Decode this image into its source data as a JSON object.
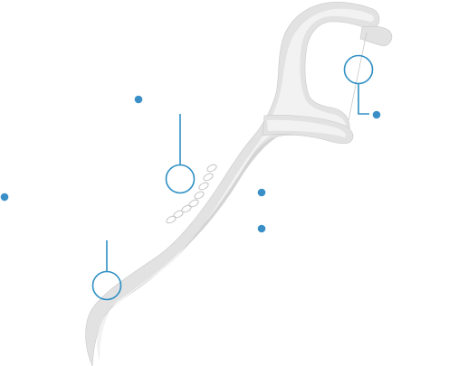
{
  "diagram": {
    "subject": "floss-pick-icon",
    "colors": {
      "background": "#ffffff",
      "pick_light": "#f2f2f2",
      "pick_mid": "#e2e2e2",
      "pick_shadow": "#d4d4d4",
      "pick_edge": "#c9c9c9",
      "callout": "#2f8fc4",
      "marker": "#3a8fc6"
    },
    "callouts": [
      {
        "name": "callout-floss-tip"
      },
      {
        "name": "callout-handle-grip"
      },
      {
        "name": "callout-handle-tail"
      }
    ],
    "markers": [
      {
        "name": "marker-dot-1"
      },
      {
        "name": "marker-dot-2"
      },
      {
        "name": "marker-dot-3"
      },
      {
        "name": "marker-dot-4"
      },
      {
        "name": "marker-dot-5"
      }
    ]
  }
}
